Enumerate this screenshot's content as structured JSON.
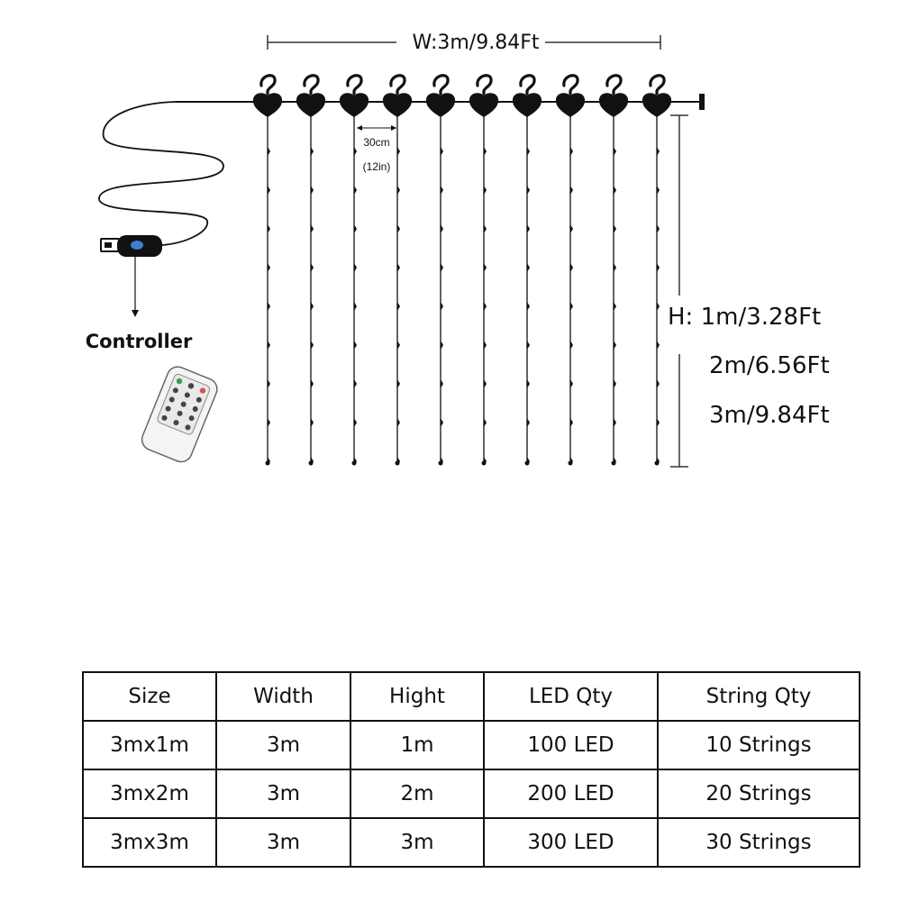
{
  "diagram": {
    "width_label": "W:3m/9.84Ft",
    "spacing_label": "30cm",
    "spacing_label_in": "(12in)",
    "controller_label": "Controller",
    "height_label_1": "H: 1m/3.28Ft",
    "height_label_2": "2m/6.56Ft",
    "height_label_3": "3m/9.84Ft",
    "string_count_shown": 10,
    "icons": [
      "usb-plug-icon",
      "remote-control-icon",
      "hook-icon",
      "heart-clip-icon",
      "led-bulb-icon"
    ],
    "remote_accent_colors": [
      "#3a9a5b",
      "#d9534f",
      "#3b7fd1"
    ]
  },
  "table": {
    "headers": [
      "Size",
      "Width",
      "Hight",
      "LED Qty",
      "String Qty"
    ],
    "rows": [
      [
        "3mx1m",
        "3m",
        "1m",
        "100 LED",
        "10 Strings"
      ],
      [
        "3mx2m",
        "3m",
        "2m",
        "200 LED",
        "20 Strings"
      ],
      [
        "3mx3m",
        "3m",
        "3m",
        "300 LED",
        "30 Strings"
      ]
    ]
  }
}
